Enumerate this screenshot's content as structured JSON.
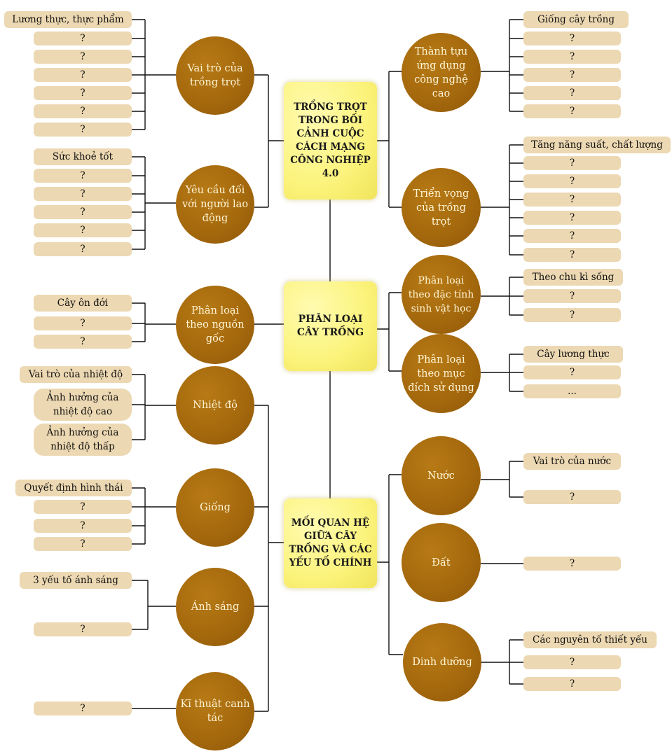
{
  "centers": {
    "crop_context": "TRỒNG TRỌT TRONG BỐI CẢNH CUỘC CÁCH MẠNG CÔNG NGHIỆP 4.0",
    "classification": "PHÂN LOẠI CÂY TRỒNG",
    "relationship": "MỐI QUAN HỆ GIỮA CÂY TRỒNG VÀ CÁC YẾU TỐ CHÍNH"
  },
  "topics": {
    "role": "Vai trò của trồng trọt",
    "worker_requirements": "Yêu cầu đối với người lao động",
    "achievements": "Thành tựu ứng dụng công nghệ cao",
    "prospects": "Triển vọng của trồng trọt",
    "by_origin": "Phân loại theo nguồn gốc",
    "by_biology": "Phân loại theo đặc tính sinh vật học",
    "by_purpose": "Phân loại theo mục đích sử dụng",
    "temperature": "Nhiệt độ",
    "variety": "Giống",
    "light": "Ánh sáng",
    "technique": "Kĩ thuật canh tác",
    "water": "Nước",
    "soil": "Đất",
    "nutrition": "Dinh dưỡng"
  },
  "leaves": {
    "role": [
      "Lương thực, thực phẩm",
      "?",
      "?",
      "?",
      "?",
      "?",
      "?"
    ],
    "worker_requirements": [
      "Sức khoẻ tốt",
      "?",
      "?",
      "?",
      "?",
      "?"
    ],
    "achievements": [
      "Giống cây trồng",
      "?",
      "?",
      "?",
      "?",
      "?"
    ],
    "prospects": [
      "Tăng năng suất, chất lượng",
      "?",
      "?",
      "?",
      "?",
      "?",
      "?"
    ],
    "by_origin": [
      "Cây ôn đới",
      "?",
      "?"
    ],
    "by_biology": [
      "Theo chu kì sống",
      "?",
      "?"
    ],
    "by_purpose": [
      "Cây lương thực",
      "?",
      "..."
    ],
    "temperature": [
      "Vai trò của nhiệt độ",
      "Ảnh hưởng của nhiệt độ cao",
      "Ảnh hưởng của nhiệt độ thấp"
    ],
    "variety": [
      "Quyết định hình thái",
      "?",
      "?",
      "?"
    ],
    "light": [
      "3 yếu tố ánh sáng",
      "?"
    ],
    "technique": [
      "?"
    ],
    "water": [
      "Vai trò của nước",
      "?"
    ],
    "soil": [
      "?"
    ],
    "nutrition": [
      "Các nguyên tố thiết yếu",
      "?",
      "?"
    ]
  },
  "colors": {
    "circle_fill": "#a5690d",
    "circle_text": "#fff6d6",
    "center_fill": "#fbf37b",
    "leaf_fill": "#ecd8b2",
    "line": "#000000"
  }
}
